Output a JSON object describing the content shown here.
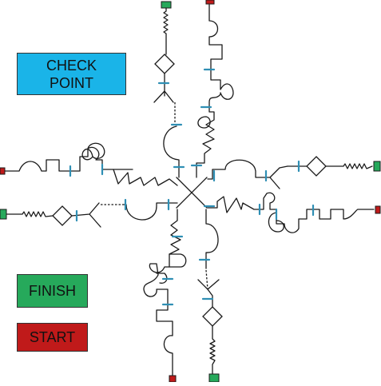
{
  "legend": {
    "checkpoint": {
      "label": "CHECK\nPOINT",
      "color": "#1ab4e8"
    },
    "finish": {
      "label": "FINISH",
      "color": "#26a95b"
    },
    "start": {
      "label": "START",
      "color": "#c01a1a"
    }
  },
  "colors": {
    "track": "#1a1a1a",
    "checkpoint_marker": "#2f8fb4"
  }
}
